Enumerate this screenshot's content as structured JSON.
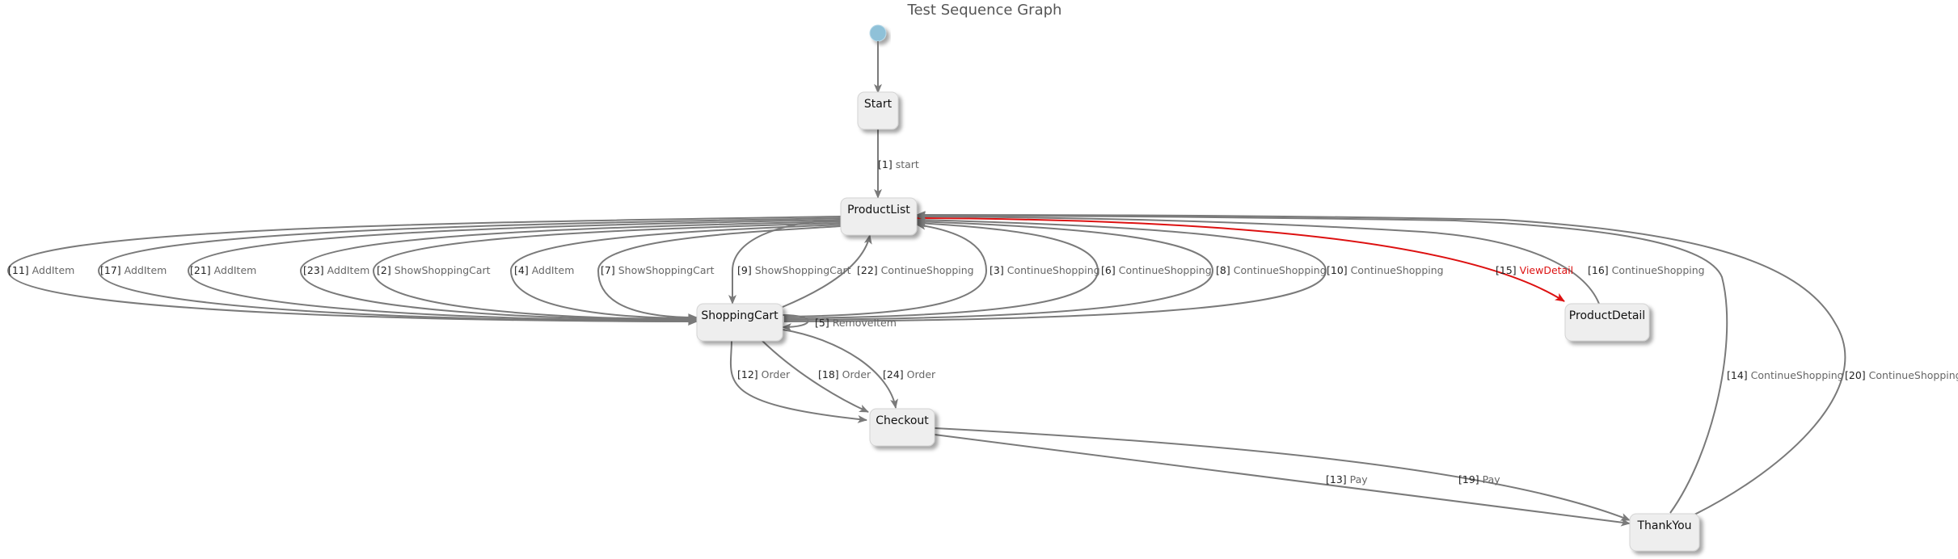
{
  "title": "Test Sequence Graph",
  "colors": {
    "edge": "#7a7a7a",
    "highlight": "#dd1111",
    "initial": "#8fc1d8",
    "node_fill": "#eeeeee"
  },
  "nodes": [
    {
      "id": "start",
      "label": "Start"
    },
    {
      "id": "productlist",
      "label": "ProductList"
    },
    {
      "id": "shoppingcart",
      "label": "ShoppingCart"
    },
    {
      "id": "productdetail",
      "label": "ProductDetail"
    },
    {
      "id": "checkout",
      "label": "Checkout"
    },
    {
      "id": "thankyou",
      "label": "ThankYou"
    }
  ],
  "edges": [
    {
      "id": "e1",
      "num": "[1]",
      "action": "start",
      "from": "Start",
      "to": "ProductList"
    },
    {
      "id": "e11",
      "num": "[11]",
      "action": "AddItem",
      "from": "ProductList",
      "to": "ShoppingCart"
    },
    {
      "id": "e17",
      "num": "[17]",
      "action": "AddItem",
      "from": "ProductList",
      "to": "ShoppingCart"
    },
    {
      "id": "e21",
      "num": "[21]",
      "action": "AddItem",
      "from": "ProductList",
      "to": "ShoppingCart"
    },
    {
      "id": "e23",
      "num": "[23]",
      "action": "AddItem",
      "from": "ProductList",
      "to": "ShoppingCart"
    },
    {
      "id": "e2",
      "num": "[2]",
      "action": "ShowShoppingCart",
      "from": "ProductList",
      "to": "ShoppingCart"
    },
    {
      "id": "e4",
      "num": "[4]",
      "action": "AddItem",
      "from": "ProductList",
      "to": "ShoppingCart"
    },
    {
      "id": "e7",
      "num": "[7]",
      "action": "ShowShoppingCart",
      "from": "ProductList",
      "to": "ShoppingCart"
    },
    {
      "id": "e9",
      "num": "[9]",
      "action": "ShowShoppingCart",
      "from": "ProductList",
      "to": "ShoppingCart"
    },
    {
      "id": "e22",
      "num": "[22]",
      "action": "ContinueShopping",
      "from": "ShoppingCart",
      "to": "ProductList"
    },
    {
      "id": "e3",
      "num": "[3]",
      "action": "ContinueShopping",
      "from": "ShoppingCart",
      "to": "ProductList"
    },
    {
      "id": "e6",
      "num": "[6]",
      "action": "ContinueShopping",
      "from": "ShoppingCart",
      "to": "ProductList"
    },
    {
      "id": "e8",
      "num": "[8]",
      "action": "ContinueShopping",
      "from": "ShoppingCart",
      "to": "ProductList"
    },
    {
      "id": "e10",
      "num": "[10]",
      "action": "ContinueShopping",
      "from": "ShoppingCart",
      "to": "ProductList"
    },
    {
      "id": "e15",
      "num": "[15]",
      "action": "ViewDetail",
      "from": "ProductList",
      "to": "ProductDetail",
      "highlight": true
    },
    {
      "id": "e16",
      "num": "[16]",
      "action": "ContinueShopping",
      "from": "ProductDetail",
      "to": "ProductList"
    },
    {
      "id": "e14",
      "num": "[14]",
      "action": "ContinueShopping",
      "from": "ThankYou",
      "to": "ProductList"
    },
    {
      "id": "e20",
      "num": "[20]",
      "action": "ContinueShopping",
      "from": "ThankYou",
      "to": "ProductList"
    },
    {
      "id": "e5",
      "num": "[5]",
      "action": "RemoveItem",
      "from": "ShoppingCart",
      "to": "ShoppingCart"
    },
    {
      "id": "e12",
      "num": "[12]",
      "action": "Order",
      "from": "ShoppingCart",
      "to": "Checkout"
    },
    {
      "id": "e18",
      "num": "[18]",
      "action": "Order",
      "from": "ShoppingCart",
      "to": "Checkout"
    },
    {
      "id": "e24",
      "num": "[24]",
      "action": "Order",
      "from": "ShoppingCart",
      "to": "Checkout"
    },
    {
      "id": "e13",
      "num": "[13]",
      "action": "Pay",
      "from": "Checkout",
      "to": "ThankYou"
    },
    {
      "id": "e19",
      "num": "[19]",
      "action": "Pay",
      "from": "Checkout",
      "to": "ThankYou"
    }
  ]
}
